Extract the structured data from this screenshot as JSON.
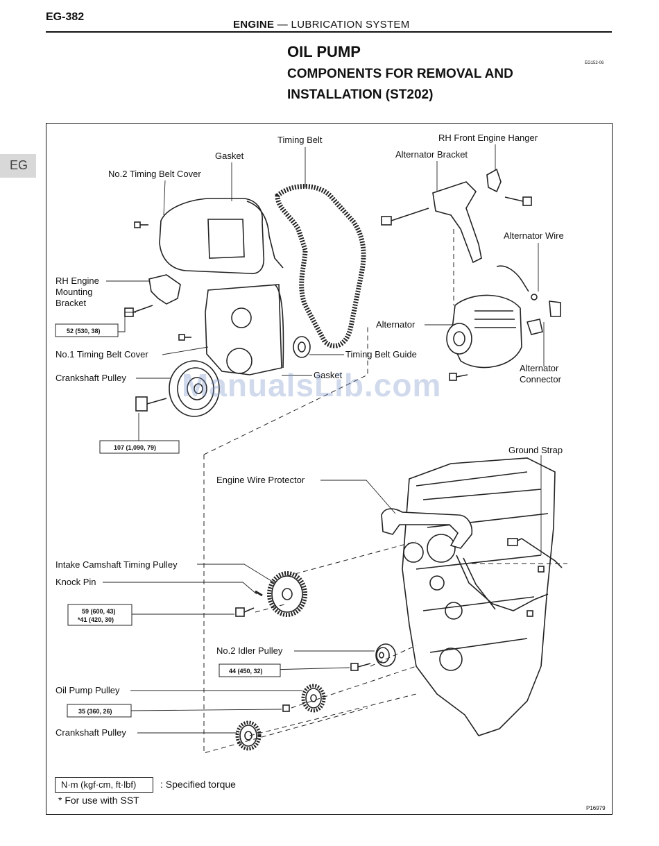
{
  "header": {
    "page_number": "EG-382",
    "section_bold": "ENGINE",
    "section_rest": " — LUBRICATION SYSTEM"
  },
  "title": "OIL PUMP",
  "subtitle_line1": "COMPONENTS FOR REMOVAL AND",
  "subtitle_line2": "INSTALLATION (ST202)",
  "doc_code": "EG152-06",
  "side_tab": "EG",
  "watermark": "ManualsLib.com",
  "labels": {
    "timing_belt": "Timing Belt",
    "gasket_top": "Gasket",
    "no2_cover": "No.2 Timing Belt Cover",
    "rh_front_hanger": "RH Front Engine Hanger",
    "alt_bracket": "Alternator Bracket",
    "alt_wire": "Alternator Wire",
    "rh_mount_1": "RH Engine",
    "rh_mount_2": "Mounting",
    "rh_mount_3": "Bracket",
    "alternator": "Alternator",
    "alt_conn_1": "Alternator",
    "alt_conn_2": "Connector",
    "no1_cover": "No.1 Timing Belt Cover",
    "belt_guide": "Timing Belt Guide",
    "crank_pulley_top": "Crankshaft Pulley",
    "gasket_mid": "Gasket",
    "ground_strap": "Ground Strap",
    "wire_protector": "Engine Wire Protector",
    "intake_cam": "Intake Camshaft Timing Pulley",
    "knock_pin": "Knock Pin",
    "no2_idler": "No.2 Idler Pulley",
    "oil_pump_pulley": "Oil Pump Pulley",
    "crank_pulley_bottom": "Crankshaft Pulley"
  },
  "torques": {
    "t52": "52 (530, 38)",
    "t107": "107 (1,090, 79)",
    "t59": "59 (600, 43)",
    "t41": "*41 (420, 30)",
    "t44": "44 (450, 32)",
    "t35": "35 (360, 26)"
  },
  "legend": {
    "unit": "N·m (kgf·cm, ft·lbf)",
    "unit_desc": ": Specified torque",
    "sst": "*    For use with SST"
  },
  "figure_code": "P16979"
}
